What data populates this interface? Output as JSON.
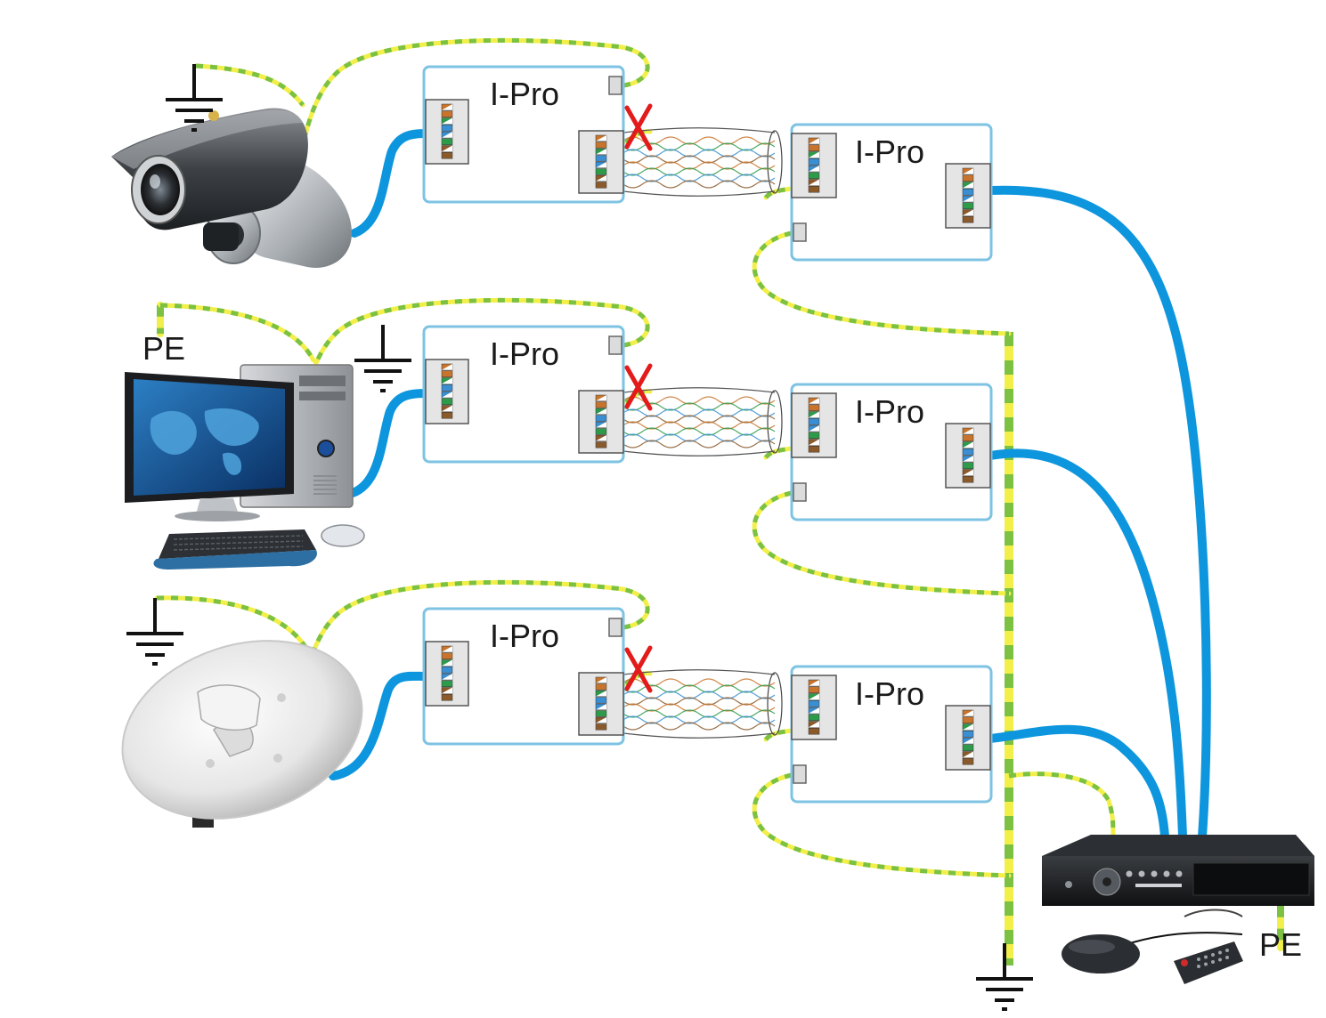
{
  "device_label": "I-Pro",
  "pe_label": "PE",
  "colors": {
    "box_border": "#7ec3e3",
    "data_cable": "#0d96dd",
    "ground_yellow": "#f2ef4a",
    "ground_green": "#7cc142",
    "cross_mark": "#e31b1b",
    "pair_orange": "#c8742c",
    "pair_blue": "#3a8fd3",
    "pair_green": "#2e9b4a",
    "pair_brown": "#8a5a2b"
  },
  "rows": [
    {
      "device": "ip-camera",
      "icon": "camera-icon"
    },
    {
      "device": "desktop-computer",
      "icon": "computer-icon"
    },
    {
      "device": "wireless-dish-antenna",
      "icon": "antenna-dish-icon"
    }
  ],
  "recorder": {
    "device": "network-video-recorder",
    "icon": "dvr-icon"
  }
}
